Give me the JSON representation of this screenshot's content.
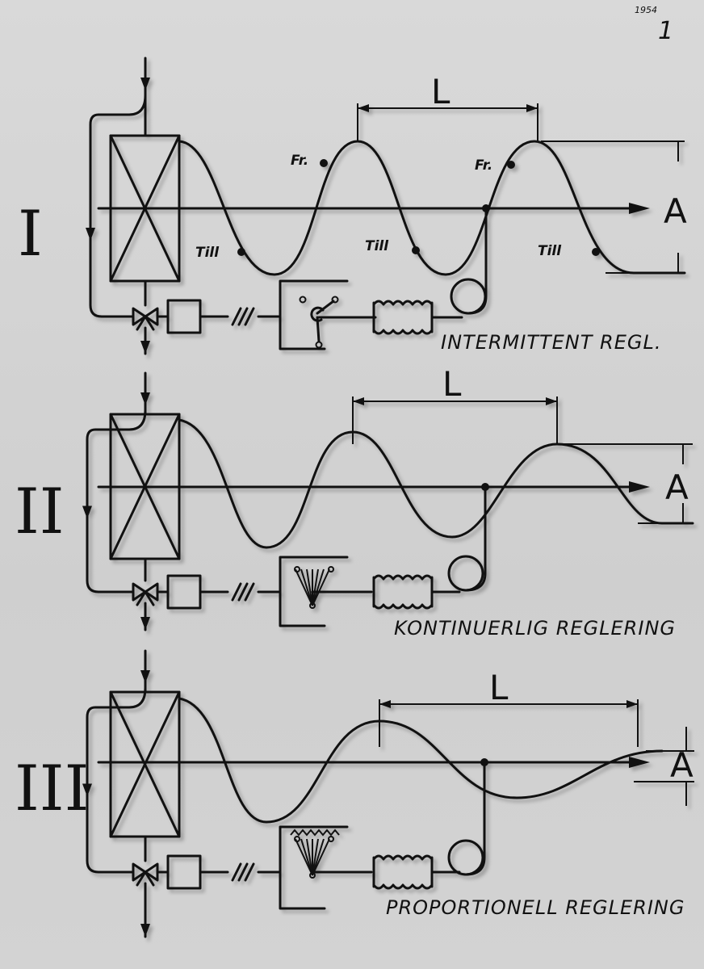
{
  "corner": {
    "year_note": "1954",
    "page_number": "1"
  },
  "panels": [
    {
      "numeral": "I",
      "title": "INTERMITTENT REGL.",
      "period_label": "L",
      "amplitude_label": "A",
      "annotations": {
        "fr": "Fr.",
        "till": "Till"
      }
    },
    {
      "numeral": "II",
      "title": "KONTINUERLIG REGLERING",
      "period_label": "L",
      "amplitude_label": "A"
    },
    {
      "numeral": "III",
      "title": "PROPORTIONELL REGLERING",
      "period_label": "L",
      "amplitude_label": "A"
    }
  ]
}
